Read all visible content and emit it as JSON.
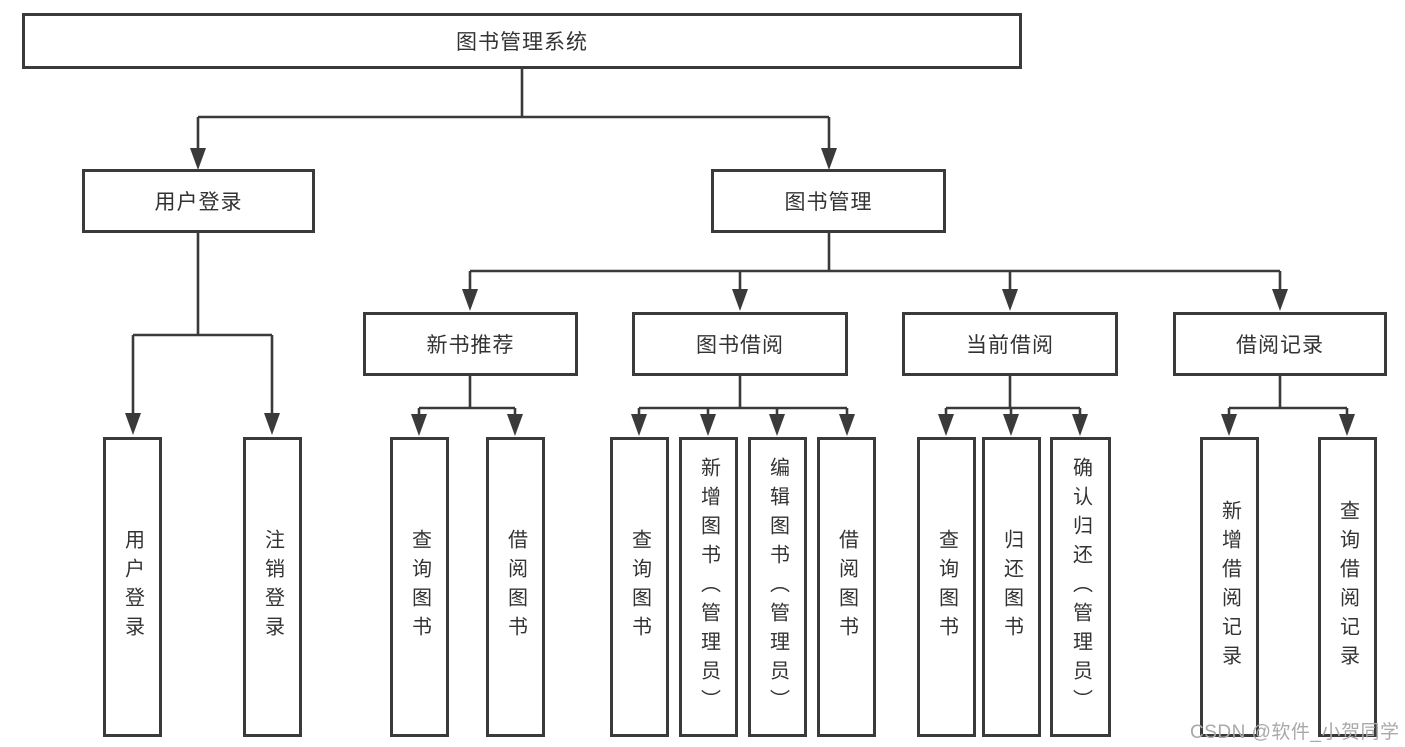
{
  "watermark": "CSDN @软件_小贺同学",
  "colors": {
    "line": "#3a3a3a",
    "text": "#333333",
    "box_background": "#ffffff",
    "watermark": "#a9a9a9"
  },
  "tree": {
    "label": "图书管理系统",
    "children": [
      {
        "label": "用户登录",
        "children": [
          {
            "label": "用户登录"
          },
          {
            "label": "注销登录"
          }
        ]
      },
      {
        "label": "图书管理",
        "children": [
          {
            "label": "新书推荐",
            "children": [
              {
                "label": "查询图书"
              },
              {
                "label": "借阅图书"
              }
            ]
          },
          {
            "label": "图书借阅",
            "children": [
              {
                "label": "查询图书"
              },
              {
                "label": "新增图书（管理员）"
              },
              {
                "label": "编辑图书（管理员）"
              },
              {
                "label": "借阅图书"
              }
            ]
          },
          {
            "label": "当前借阅",
            "children": [
              {
                "label": "查询图书"
              },
              {
                "label": "归还图书"
              },
              {
                "label": "确认归还（管理员）"
              }
            ]
          },
          {
            "label": "借阅记录",
            "children": [
              {
                "label": "新增借阅记录"
              },
              {
                "label": "查询借阅记录"
              }
            ]
          }
        ]
      }
    ]
  }
}
